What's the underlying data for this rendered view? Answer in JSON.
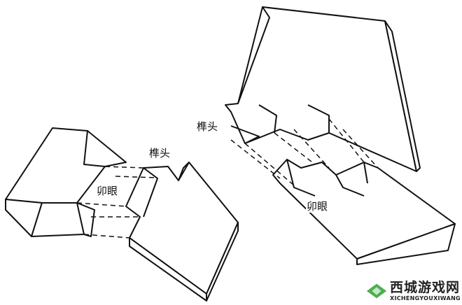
{
  "labels": {
    "left_tenon": "榫头",
    "left_mortise": "卯眼",
    "right_tenon": "榫头",
    "right_mortise": "卯眼"
  },
  "watermark": {
    "title": "西城游戏网",
    "subtitle": "XICHENGYOUXIWANG",
    "logo_color": "#4caf50"
  }
}
